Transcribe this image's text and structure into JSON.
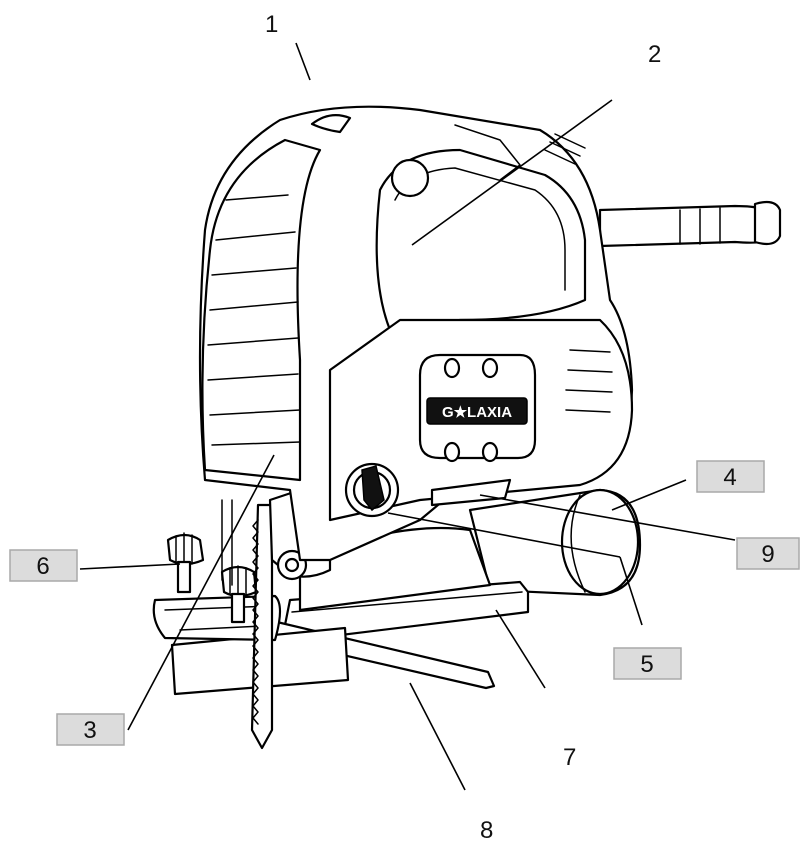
{
  "brand": "G★LAXIA",
  "labels": {
    "l1": "1",
    "l2": "2",
    "l3": "3",
    "l4": "4",
    "l5": "5",
    "l6": "6",
    "l7": "7",
    "l8": "8",
    "l9": "9"
  },
  "colors": {
    "outline": "#000000",
    "label_box_fill": "#dcdcdc",
    "label_box_border": "#a9a9a9"
  }
}
